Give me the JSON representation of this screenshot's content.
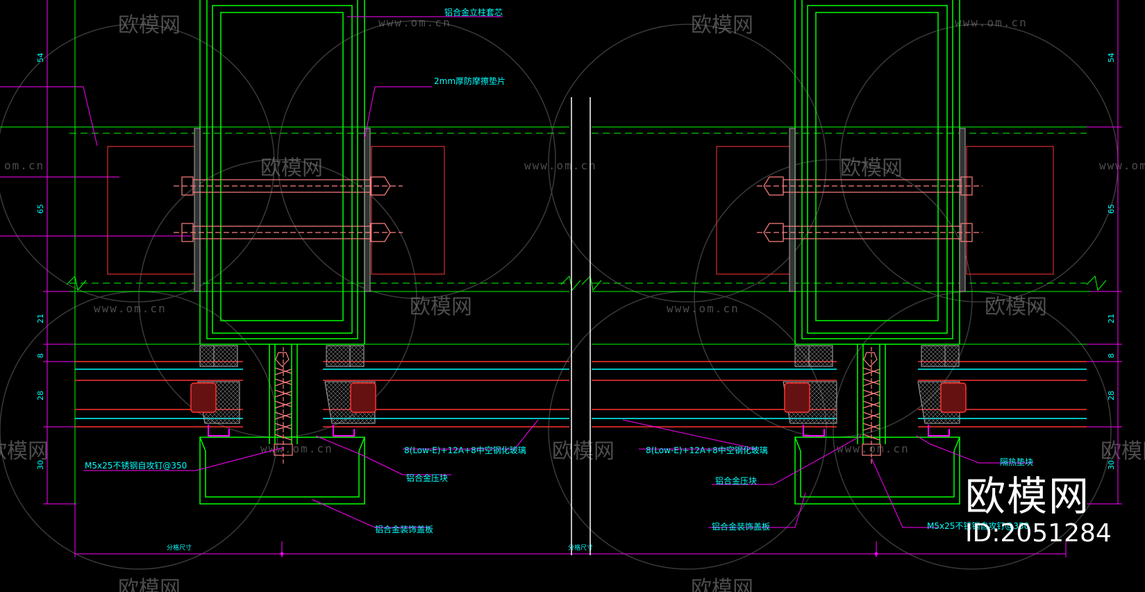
{
  "labels": {
    "column_core": "铝合金立柱套芯",
    "pad": "2mm厚防摩擦垫片",
    "screw_left": "M5x25不锈钢自攻钉@350",
    "screw_right": "M5x25不锈钢自攻钉@350",
    "pressure_block_left": "铝合金压块",
    "pressure_block_right": "铝合金压块",
    "glass_left": "8(Low-E)+12A+8中空钢化玻璃",
    "glass_right": "8(Low-E)+12A+8中空钢化玻璃",
    "cover_left": "铝合金装饰盖板",
    "cover_right": "铝合金装饰盖板",
    "insulation_pad": "隔热垫块",
    "grid_size_left": "分格尺寸",
    "grid_size_right": "分格尺寸"
  },
  "dimensions": {
    "d54": "54",
    "d65": "65",
    "d21": "21",
    "d8": "8",
    "d28": "28",
    "d30": "30"
  },
  "watermark": {
    "brand": "欧模网",
    "url": "www.om.cn",
    "url_cut": "om.cn"
  },
  "stamp": {
    "brand": "欧模网",
    "id": "ID:2051284"
  },
  "colors": {
    "background": "#000000",
    "profile": "#00ff00",
    "glass": "#ff3333",
    "bolts": "#ff8080",
    "annotation": "#ff00ff",
    "text": "#00ffff",
    "gasket": "#aaaaaa"
  }
}
